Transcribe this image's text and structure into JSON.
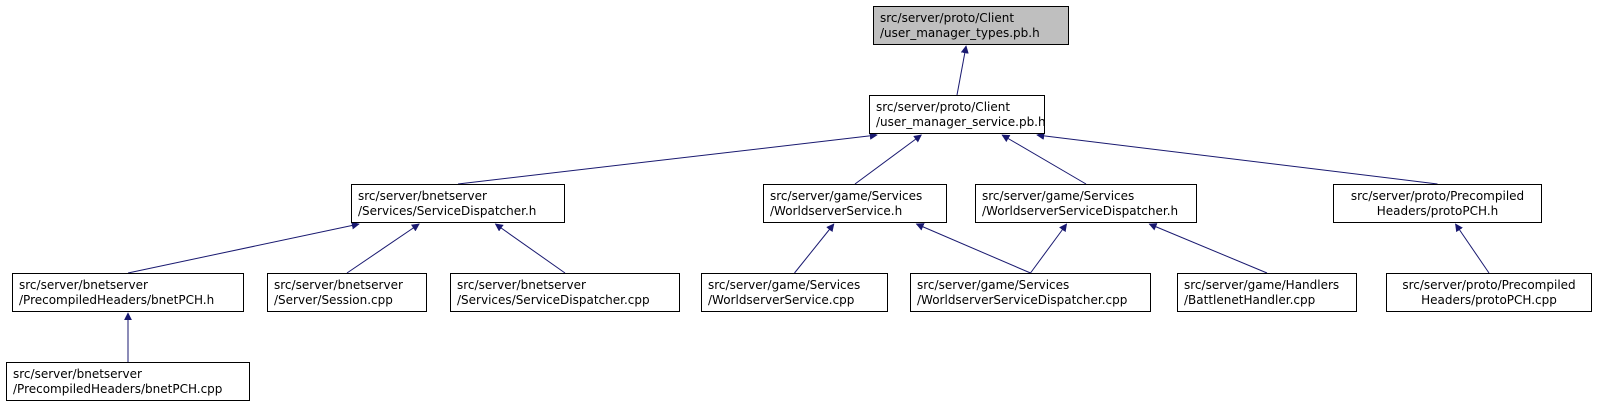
{
  "graph": {
    "nodes": {
      "n0": [
        "src/server/proto/Client",
        "/user_manager_types.pb.h"
      ],
      "n1": [
        "src/server/proto/Client",
        "/user_manager_service.pb.h"
      ],
      "n2": [
        "src/server/bnetserver",
        "/Services/ServiceDispatcher.h"
      ],
      "n3": [
        "src/server/game/Services",
        "/WorldserverService.h"
      ],
      "n4": [
        "src/server/game/Services",
        "/WorldserverServiceDispatcher.h"
      ],
      "n5": [
        "src/server/proto/Precompiled",
        "Headers/protoPCH.h"
      ],
      "n6": [
        "src/server/bnetserver",
        "/PrecompiledHeaders/bnetPCH.h"
      ],
      "n7": [
        "src/server/bnetserver",
        "/Server/Session.cpp"
      ],
      "n8": [
        "src/server/bnetserver",
        "/Services/ServiceDispatcher.cpp"
      ],
      "n9": [
        "src/server/game/Services",
        "/WorldserverService.cpp"
      ],
      "n10": [
        "src/server/game/Services",
        "/WorldserverServiceDispatcher.cpp"
      ],
      "n11": [
        "src/server/game/Handlers",
        "/BattlenetHandler.cpp"
      ],
      "n12": [
        "src/server/proto/Precompiled",
        "Headers/protoPCH.cpp"
      ],
      "n13": [
        "src/server/bnetserver",
        "/PrecompiledHeaders/bnetPCH.cpp"
      ]
    },
    "edges": [
      [
        "n1",
        "n0"
      ],
      [
        "n2",
        "n1"
      ],
      [
        "n3",
        "n1"
      ],
      [
        "n4",
        "n1"
      ],
      [
        "n5",
        "n1"
      ],
      [
        "n6",
        "n2"
      ],
      [
        "n7",
        "n2"
      ],
      [
        "n8",
        "n2"
      ],
      [
        "n9",
        "n3"
      ],
      [
        "n10",
        "n3"
      ],
      [
        "n10",
        "n4"
      ],
      [
        "n11",
        "n4"
      ],
      [
        "n12",
        "n5"
      ],
      [
        "n13",
        "n6"
      ]
    ],
    "colors": {
      "edge": "#191970",
      "root_fill": "#bfbfbf",
      "node_fill": "#ffffff",
      "border": "#000000"
    }
  }
}
